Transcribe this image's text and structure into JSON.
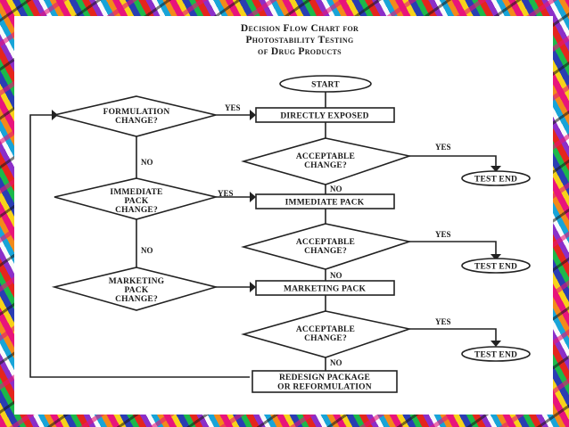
{
  "title": {
    "line1": "Decision Flow Chart for",
    "line2": "Photostability Testing",
    "line3": "of Drug Products"
  },
  "nodes": {
    "start": "START",
    "directly_exposed": "DIRECTLY EXPOSED",
    "acceptable_1": [
      "ACCEPTABLE",
      "CHANGE?"
    ],
    "test_end_1": "TEST END",
    "formulation_change": [
      "FORMULATION",
      "CHANGE?"
    ],
    "immediate_pack": "IMMEDIATE PACK",
    "acceptable_2": [
      "ACCEPTABLE",
      "CHANGE?"
    ],
    "test_end_2": "TEST END",
    "immediate_pack_change": [
      "IMMEDIATE",
      "PACK",
      "CHANGE?"
    ],
    "marketing_pack": "MARKETING PACK",
    "acceptable_3": [
      "ACCEPTABLE",
      "CHANGE?"
    ],
    "test_end_3": "TEST END",
    "marketing_pack_change": [
      "MARKETING",
      "PACK",
      "CHANGE?"
    ],
    "redesign": [
      "REDESIGN PACKAGE",
      "OR REFORMULATION"
    ]
  },
  "edge_labels": {
    "yes": "YES",
    "no": "NO"
  }
}
